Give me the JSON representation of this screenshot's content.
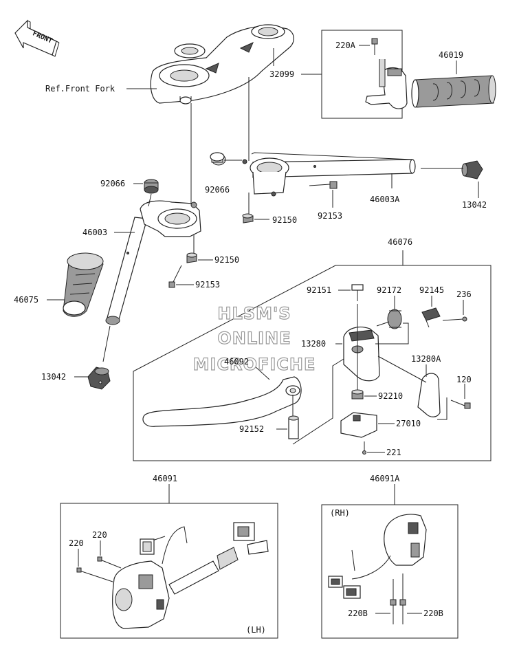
{
  "orientation": "FRONT",
  "reference": "Ref.Front Fork",
  "watermark": [
    "HLSM'S",
    "ONLINE",
    "MICROFICHE"
  ],
  "side_labels": {
    "right": "(RH)",
    "left": "(LH)"
  },
  "callouts": {
    "p32099": "32099",
    "p220A": "220A",
    "p46019": "46019",
    "p92066a": "92066",
    "p92066b": "92066",
    "p46003A": "46003A",
    "p13042a": "13042",
    "p92153a": "92153",
    "p92150a": "92150",
    "p46003": "46003",
    "p92150b": "92150",
    "p92153b": "92153",
    "p46075": "46075",
    "p13042b": "13042",
    "p46076": "46076",
    "p92151": "92151",
    "p92172": "92172",
    "p92145": "92145",
    "p236": "236",
    "p13280": "13280",
    "p46092": "46092",
    "p13280A": "13280A",
    "p120": "120",
    "p92210": "92210",
    "p92152": "92152",
    "p27010": "27010",
    "p221": "221",
    "p46091": "46091",
    "p46091A": "46091A",
    "p220a": "220",
    "p220b": "220",
    "p220Ba": "220B",
    "p220Bb": "220B"
  }
}
